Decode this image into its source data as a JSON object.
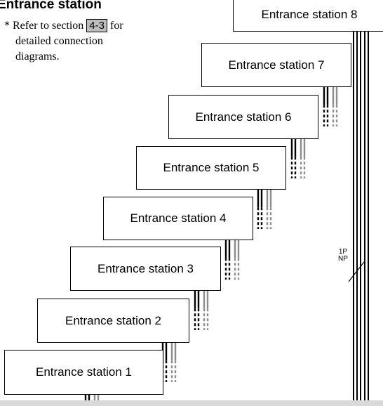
{
  "heading": "Entrance station",
  "note": {
    "prefix": "* Refer to section",
    "section": "4-3",
    "suffix": "for",
    "line2": "detailed connection",
    "line3": "diagrams."
  },
  "stations": [
    "Entrance station 1",
    "Entrance station 2",
    "Entrance station 3",
    "Entrance station 4",
    "Entrance station 5",
    "Entrance station 6",
    "Entrance station 7",
    "Entrance station 8"
  ],
  "bus_label": {
    "line1": "1P",
    "line2": "NP"
  },
  "colors": {
    "wire": "#000000",
    "wire_gray": "#8c8c8c",
    "section_box": "#bdbdbd",
    "bottom_bar": "#d9d9d9"
  }
}
